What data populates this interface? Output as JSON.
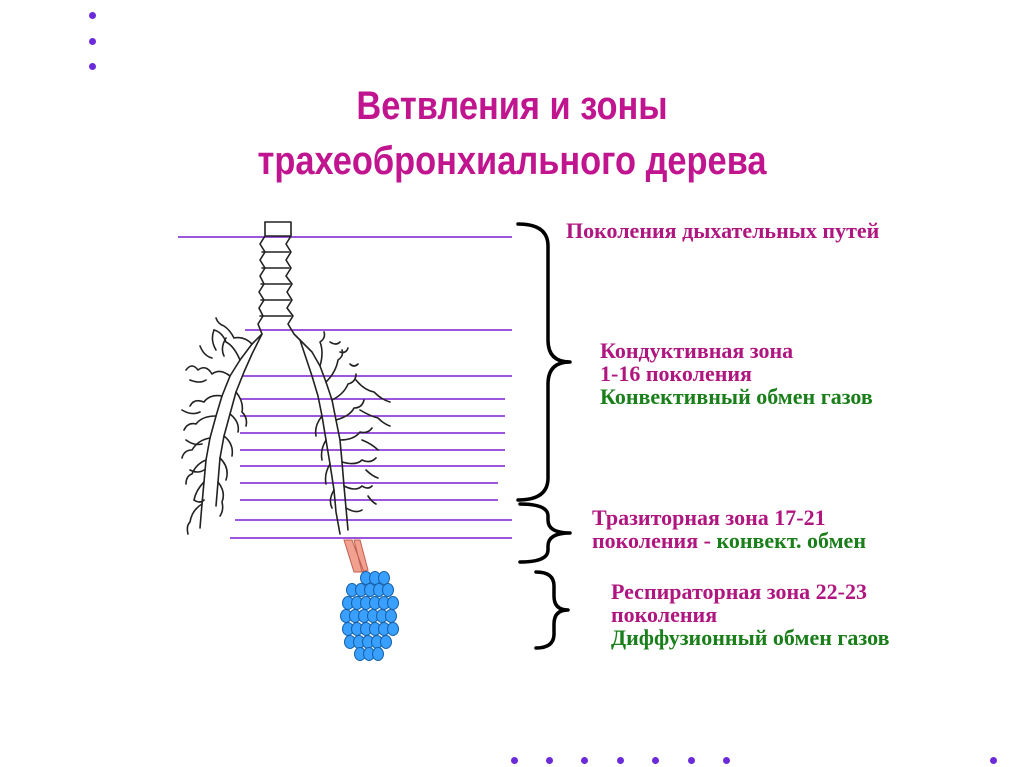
{
  "title": {
    "line1": "Ветвления и зоны",
    "line2": "трахеобронхиального дерева"
  },
  "labels": {
    "generations": "Поколения дыхательных путей",
    "conductive": {
      "line1": "Кондуктивная зона",
      "line2": "1-16 поколения",
      "line3": "Конвективный обмен газов"
    },
    "transitional": {
      "line1": "Тразиторная  зона 17-21",
      "line2_part1": "поколения - ",
      "line2_part2": "конвект. обмен"
    },
    "respiratory": {
      "line1": "Респираторная зона 22-23",
      "line2": "поколения",
      "line3": "Диффузионный обмен газов"
    }
  },
  "colors": {
    "title": "#c0158f",
    "label_magenta": "#b01680",
    "label_green": "#1a7f1a",
    "generation_lines": "#7b1fd0",
    "alveoli": "#3aa0ff",
    "bracket": "#000000",
    "dots": "#6c2bd9"
  },
  "icons": {
    "airway_tree": "tracheobronchial-tree-illustration",
    "alveoli": "alveolar-sac-illustration"
  }
}
